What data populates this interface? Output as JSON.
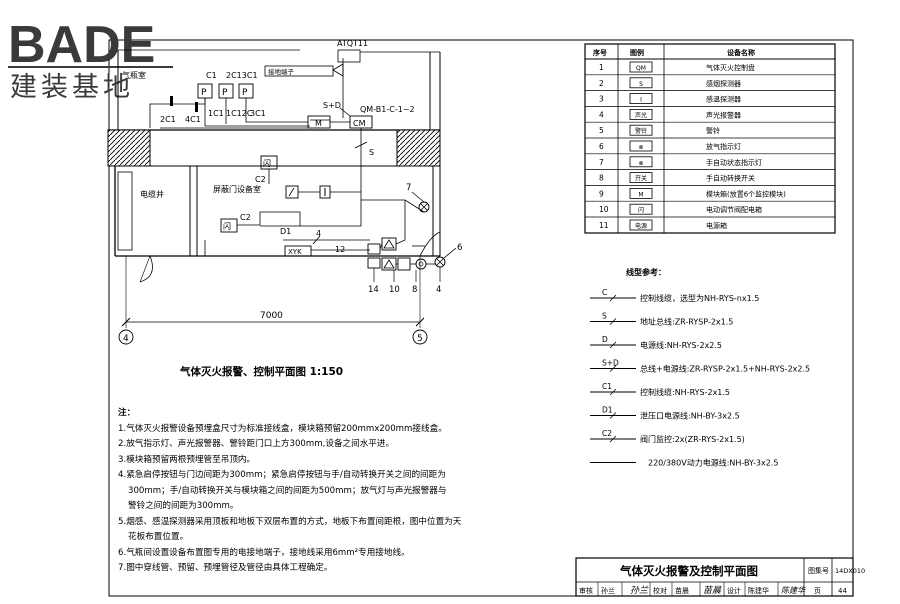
{
  "logo": {
    "brand": "BADE",
    "sub": "建装基地"
  },
  "plan": {
    "title": "气体灭火报警、控制平面图 1:150",
    "dimension": "7000",
    "axis_left": "4",
    "axis_right": "5",
    "rooms": {
      "bottle_room": "气瓶室",
      "shaft": "电缆井",
      "equipment_room": "屏蔽门设备室"
    },
    "labels": {
      "atqt": "ATQT11",
      "grounding": "接地端子",
      "c1": "C1",
      "c2c3c1": "2C13C1",
      "p": "P",
      "c2c1": "2C1",
      "c4c1": "4C1",
      "c1c1": "1C1",
      "c1c2c": "1C12C",
      "c3c1": "3C1",
      "sd": "S+D",
      "qm": "QM-B1-C-1~2",
      "m": "M",
      "cm": "CM",
      "s": "S",
      "c2a": "C2",
      "c2b": "C2",
      "d1": "D1",
      "four": "4",
      "xyk": "XYK",
      "n12": "12",
      "n14": "14",
      "n10": "10",
      "n8": "8",
      "n4": "4",
      "n7": "7",
      "n6": "6"
    }
  },
  "legend": {
    "headers": [
      "序号",
      "图例",
      "设备名称"
    ],
    "rows": [
      {
        "no": "1",
        "symbol": "QM",
        "name": "气体灭火控制盘"
      },
      {
        "no": "2",
        "symbol": "S",
        "name": "感烟探测器"
      },
      {
        "no": "3",
        "symbol": "I",
        "name": "感温探测器"
      },
      {
        "no": "4",
        "symbol": "声光",
        "name": "声光报警器"
      },
      {
        "no": "5",
        "symbol": "警铃",
        "name": "警铃"
      },
      {
        "no": "6",
        "symbol": "⊗",
        "name": "放气指示灯"
      },
      {
        "no": "7",
        "symbol": "⊗",
        "name": "手自动状态指示灯"
      },
      {
        "no": "8",
        "symbol": "开关",
        "name": "手自动转换开关"
      },
      {
        "no": "9",
        "symbol": "M",
        "name": "模块箱(放置6个监控模块)"
      },
      {
        "no": "10",
        "symbol": "闪",
        "name": "电动调节阀配电箱"
      },
      {
        "no": "11",
        "symbol": "电源",
        "name": "电源箱"
      }
    ]
  },
  "line_ref": {
    "title": "线型参考：",
    "rows": [
      {
        "code": "C",
        "text": "控制线缆，选型为NH-RYS-nx1.5"
      },
      {
        "code": "S",
        "text": "地址总线:ZR-RYSP-2x1.5"
      },
      {
        "code": "D",
        "text": "电源线:NH-RYS-2x2.5"
      },
      {
        "code": "S+D",
        "text": "总线+电源线:ZR-RYSP-2x1.5+NH-RYS-2x2.5"
      },
      {
        "code": "C1",
        "text": "控制线缆:NH-RYS-2x1.5"
      },
      {
        "code": "D1",
        "text": "泄压口电源线:NH-BY-3x2.5"
      },
      {
        "code": "C2",
        "text": "阀门监控:2x(ZR-RYS-2x1.5)"
      },
      {
        "code": "",
        "text": "220/380V动力电源线:NH-BY-3x2.5"
      }
    ]
  },
  "notes": {
    "title": "注：",
    "lines": [
      "1.气体灭火报警设备预埋盒尺寸为标准接线盒，模块箱预留200mmx200mm接线盒。",
      "2.放气指示灯、声光报警器、警铃距门口上方300mm,设备之间水平进。",
      "3.模块箱预留两根预埋管至吊顶内。",
      "4.紧急启停按钮与门边间距为300mm；紧急启停按钮与手/自动转换开关之间的间距为",
      "300mm；手/自动转换开关与模块箱之间的间距为500mm；放气灯与声光报警器与",
      "警铃之间的间距为300mm。",
      "5.烟感、感温探测器采用顶板和地板下双层布置的方式，地板下布置间距根，图中位置为天",
      "花板布置位置。",
      "6.气瓶间设置设备布置图专用的电接地端子，接地线采用6mm²专用接地线。",
      "7.图中穿线管、预留、预埋管径及管径由具体工程确定。"
    ]
  },
  "title_block": {
    "title": "气体灭火报警及控制平面图",
    "atlas_label": "图集号",
    "atlas_no": "14DX010",
    "review": "审核",
    "review_name": "孙兰",
    "check": "校对",
    "check_name": "苗晨",
    "design": "设计",
    "design_name": "陈建华",
    "page_label": "页",
    "page_no": "44"
  }
}
